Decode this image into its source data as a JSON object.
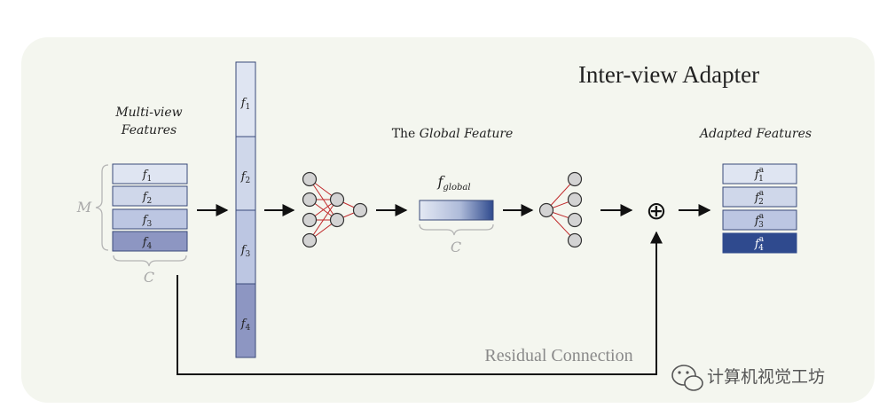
{
  "title": "Inter-view Adapter",
  "input": {
    "heading_line1": "Multi-view",
    "heading_line2": "Features",
    "items": [
      "f",
      "f",
      "f",
      "f"
    ],
    "subscripts": [
      "1",
      "2",
      "3",
      "4"
    ],
    "rows_label": "M",
    "cols_label": "C"
  },
  "concat": {
    "items": [
      "f",
      "f",
      "f",
      "f"
    ],
    "subscripts": [
      "1",
      "2",
      "3",
      "4"
    ]
  },
  "global": {
    "heading_prefix": "The ",
    "heading_italic": "Global Feature",
    "symbol": "f",
    "symbol_sub": "global",
    "dim_label": "C"
  },
  "fusion_symbol": "⊕",
  "output": {
    "heading": "Adapted Features",
    "items": [
      "f",
      "f",
      "f",
      "f"
    ],
    "subscripts": [
      "1",
      "2",
      "3",
      "4"
    ],
    "superscripts": [
      "a",
      "a",
      "a",
      "a"
    ]
  },
  "residual_label": "Residual Connection",
  "watermark": "计算机视觉工坊",
  "colors": {
    "panel": "#f4f6ef",
    "feature_1": "#dfe5f2",
    "feature_2": "#cfd7ea",
    "feature_3": "#bcc6e2",
    "feature_4": "#8d96c2",
    "output_4": "#2f4a8e",
    "border": "#3a4a7a",
    "edge": "#c0282a"
  }
}
